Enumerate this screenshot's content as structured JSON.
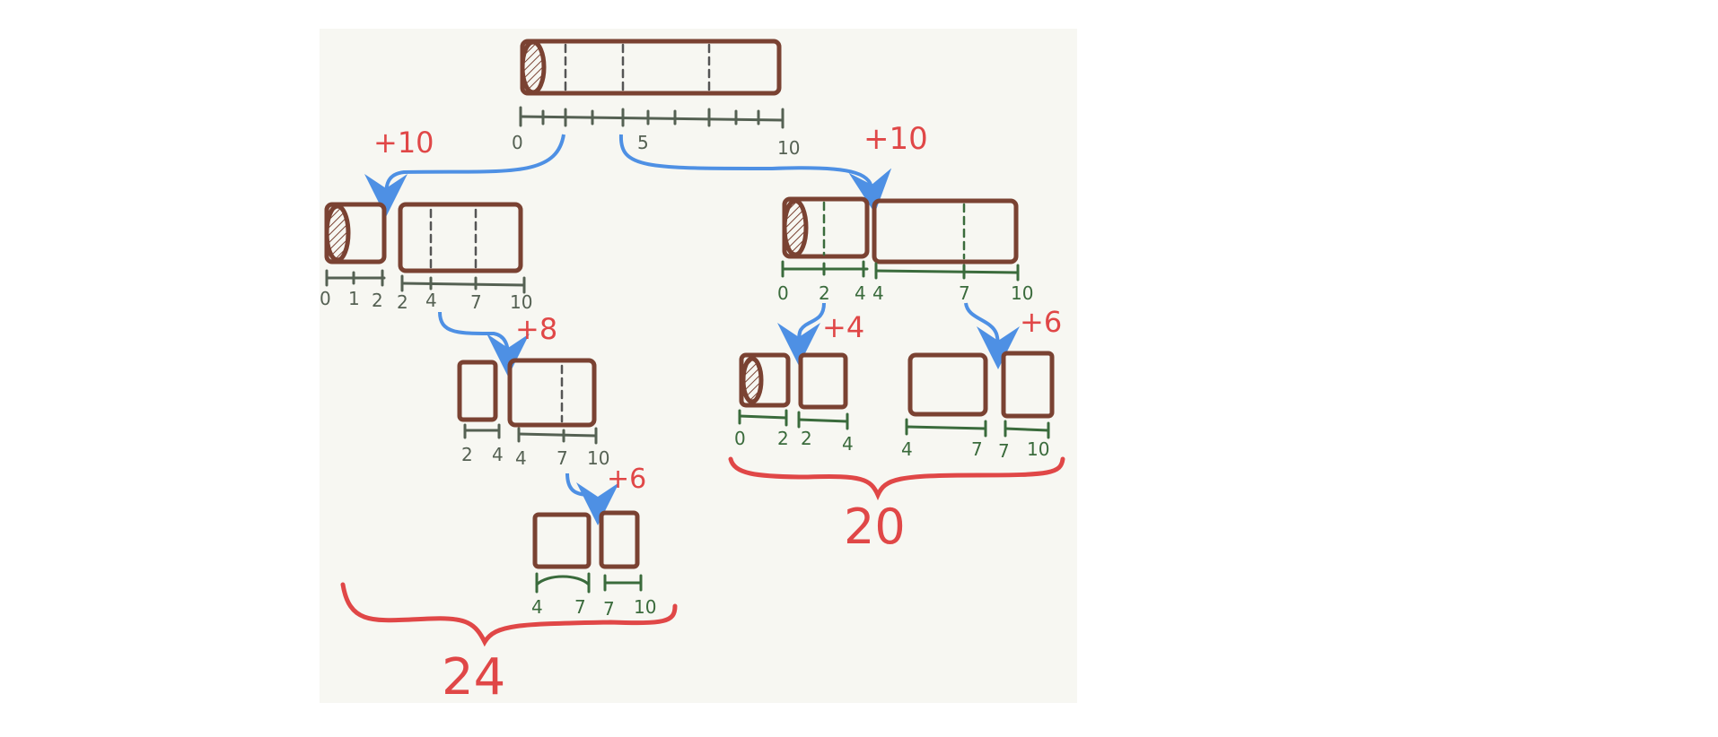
{
  "colors": {
    "wood": "#7a4232",
    "green": "#3a6b3c",
    "grayGreen": "#556153",
    "arrow": "#4e90e4",
    "red": "#e04747",
    "paper": "#f7f7f2"
  },
  "top": {
    "ticks": [
      "0",
      "5",
      "10"
    ]
  },
  "cuts": {
    "left": {
      "cost": "+10",
      "ticks": [
        "0",
        "1",
        "2",
        "2",
        "4",
        "7",
        "10"
      ]
    },
    "right": {
      "cost": "+10",
      "ticks": [
        "0",
        "2",
        "4",
        "4",
        "7",
        "10"
      ]
    },
    "left_second": {
      "cost": "+8",
      "ticks": [
        "2",
        "4",
        "4",
        "7",
        "10"
      ]
    },
    "left_third": {
      "cost": "+6",
      "ticks": [
        "4",
        "7",
        "7",
        "10"
      ]
    },
    "right_a": {
      "cost": "+4",
      "ticks": [
        "0",
        "2",
        "2",
        "4"
      ]
    },
    "right_b": {
      "cost": "+6",
      "ticks": [
        "4",
        "7",
        "7",
        "10"
      ]
    }
  },
  "totals": {
    "left": "24",
    "right": "20"
  }
}
